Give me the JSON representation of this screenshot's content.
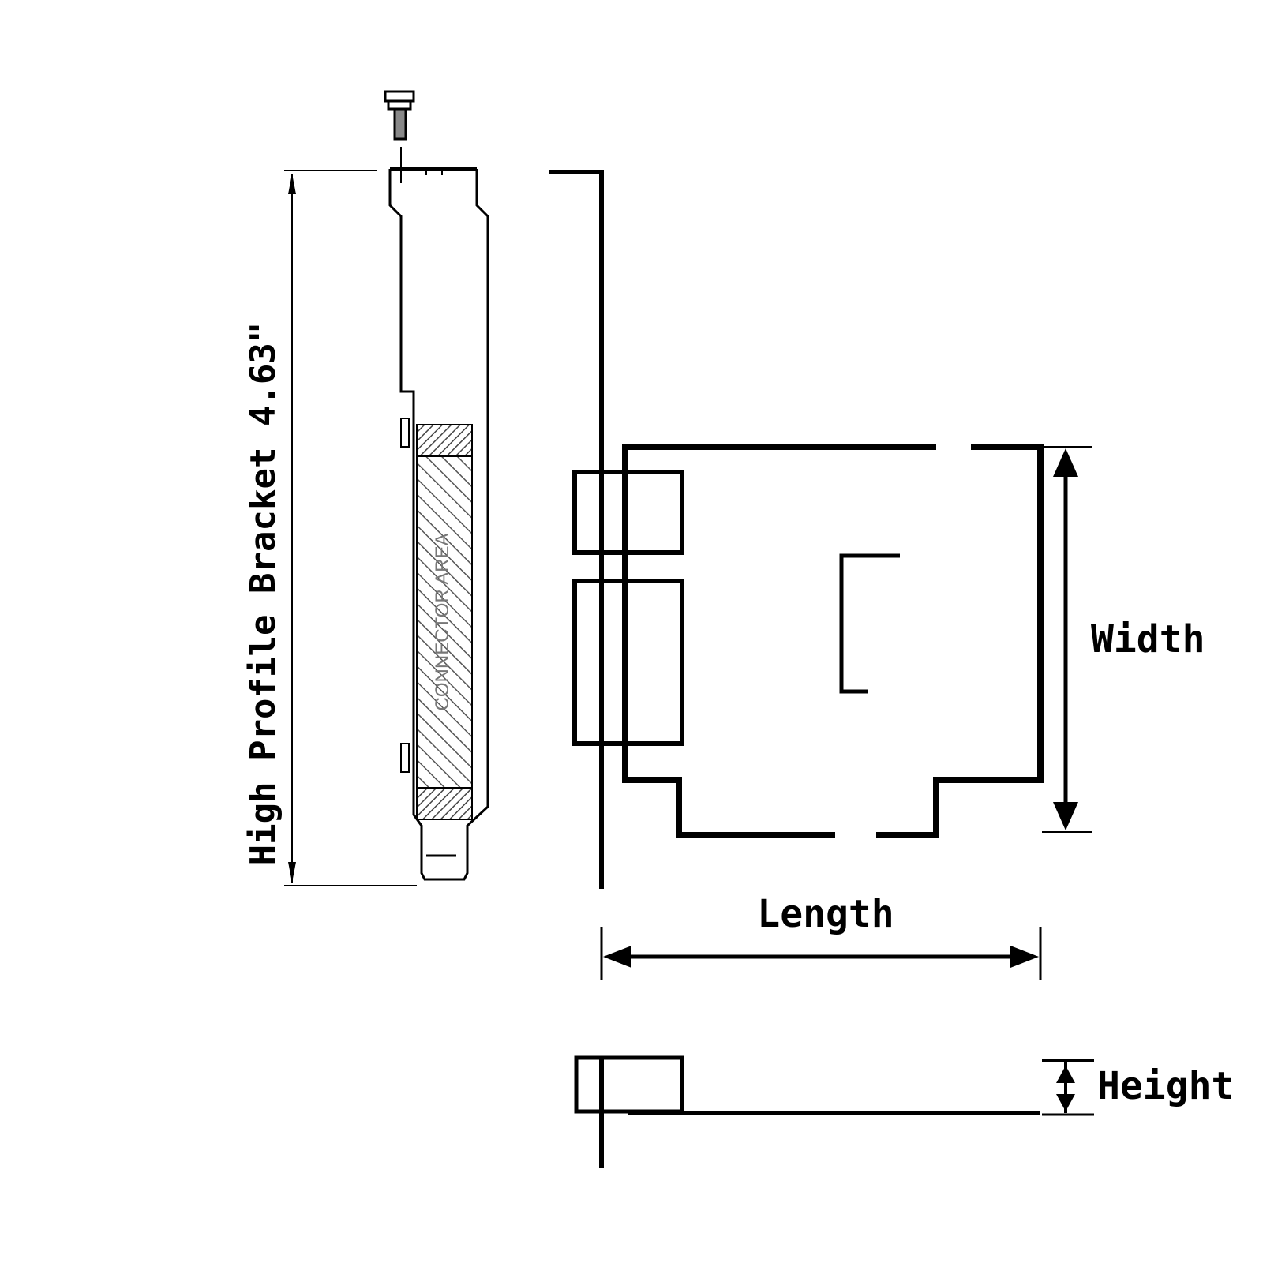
{
  "labels": {
    "bracket_height": "High Profile Bracket 4.63\"",
    "connector_area": "CONNECTOR AREA",
    "width": "Width",
    "length": "Length",
    "height": "Height"
  },
  "colors": {
    "line": "#000000",
    "hatch": "#555555",
    "background": "#ffffff"
  }
}
